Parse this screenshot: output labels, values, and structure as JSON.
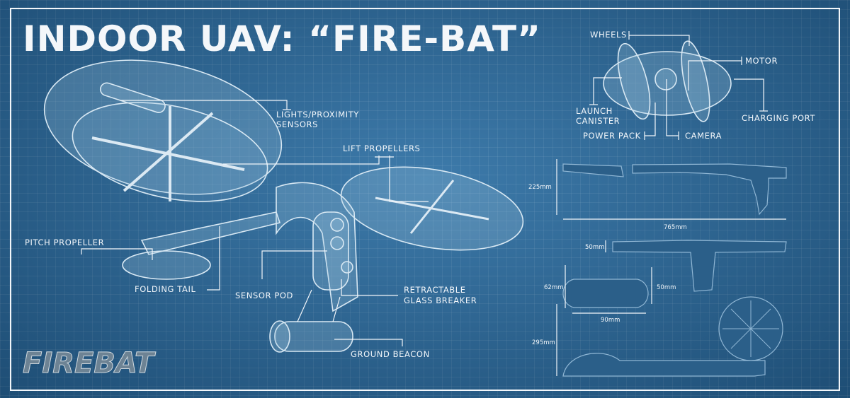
{
  "title": "INDOOR UAV: “FIRE-BAT”",
  "logo_text": "FIREBAT",
  "main_labels": {
    "lights_line1": "LIGHTS/PROXIMITY",
    "lights_line2": "SENSORS",
    "lift_propellers": "LIFT PROPELLERS",
    "pitch_propeller": "PITCH PROPELLER",
    "folding_tail": "FOLDING TAIL",
    "sensor_pod": "SENSOR POD",
    "glass_line1": "RETRACTABLE",
    "glass_line2": "GLASS BREAKER",
    "ground_beacon": "GROUND BEACON"
  },
  "pod_labels": {
    "wheels": "WHEELS",
    "motor": "MOTOR",
    "launch_line1": "LAUNCH",
    "launch_line2": "CANISTER",
    "power_pack": "POWER PACK",
    "camera": "CAMERA",
    "charging_port": "CHARGING PORT"
  },
  "dimensions": {
    "side_height": "225mm",
    "length": "765mm",
    "top_height": "50mm",
    "pod_height": "62mm",
    "pod_inner_height": "50mm",
    "pod_width": "90mm",
    "folded_height": "295mm"
  }
}
